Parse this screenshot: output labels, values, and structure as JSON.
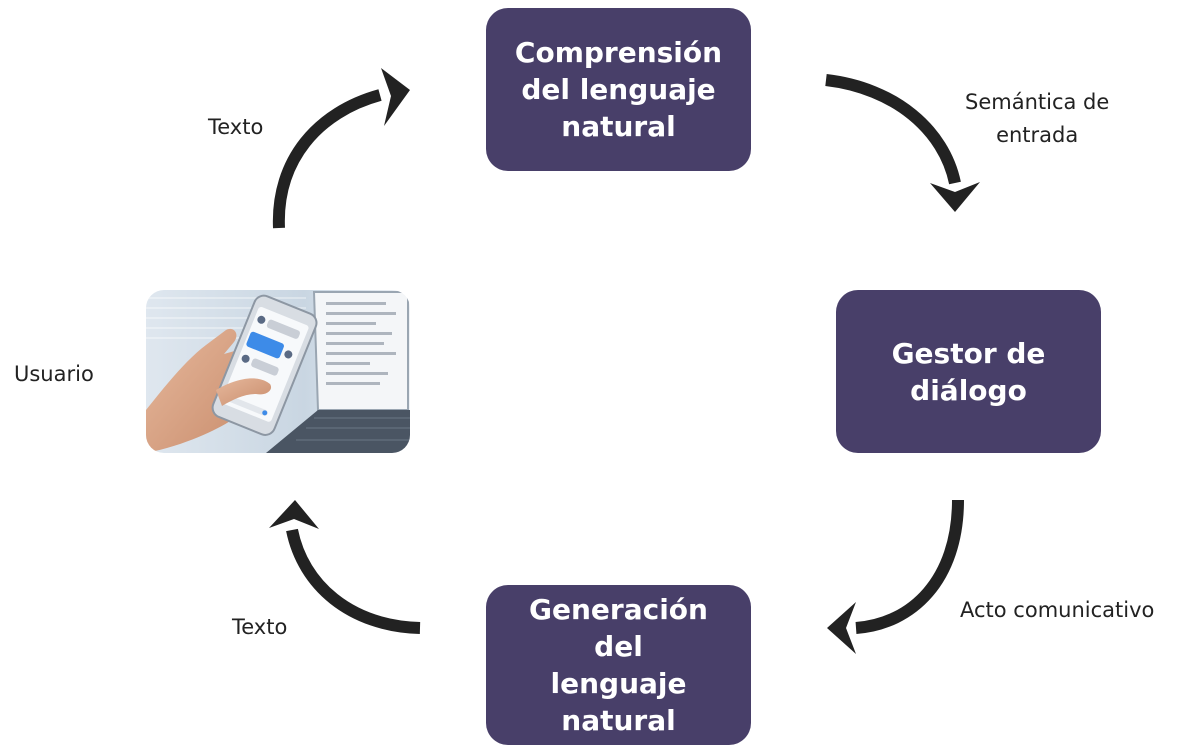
{
  "nodes": {
    "nlu": "Comprensión\ndel lenguaje\nnatural",
    "dialog_manager": "Gestor de\ndiálogo",
    "nlg": "Generación del\nlenguaje\nnatural"
  },
  "edges": {
    "user_to_nlu": "Texto",
    "nlu_to_dm": "Semántica de\nentrada",
    "dm_to_nlg": "Acto comunicativo",
    "nlg_to_user": "Texto"
  },
  "user_label": "Usuario",
  "colors": {
    "node_fill": "#483f69",
    "node_text": "#ffffff",
    "arrow": "#222222"
  },
  "icons": {
    "user": "smartphone-chat-photo"
  }
}
